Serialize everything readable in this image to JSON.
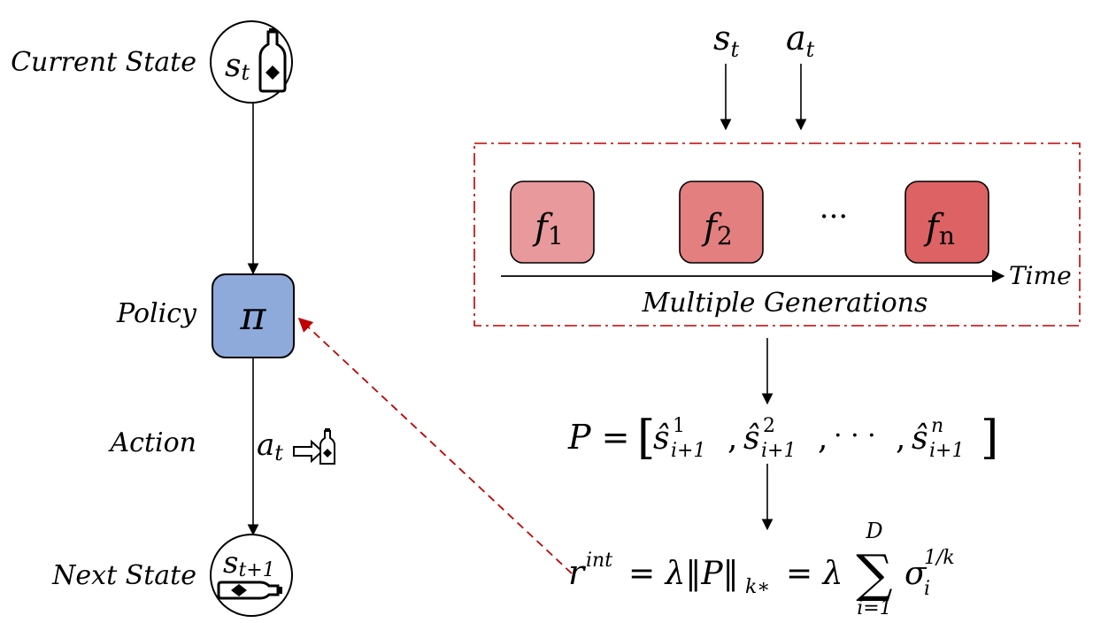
{
  "labels": {
    "current_state": "Current State",
    "policy": "Policy",
    "action": "Action",
    "next_state": "Next State",
    "time": "Time",
    "multiple_generations": "Multiple Generations"
  },
  "nodes": {
    "s_t": {
      "base": "s",
      "sub": "t"
    },
    "pi": "π",
    "a_t": {
      "base": "a",
      "sub": "t"
    },
    "s_t1": {
      "base": "s",
      "sub": "t+1"
    }
  },
  "inputs": {
    "s": {
      "base": "s",
      "sub": "t"
    },
    "a": {
      "base": "a",
      "sub": "t"
    }
  },
  "generations": [
    {
      "base": "f",
      "sub": "1",
      "fill": "#e8999b"
    },
    {
      "base": "f",
      "sub": "2",
      "fill": "#e47f80"
    },
    {
      "ellipsis": "···"
    },
    {
      "base": "f",
      "sub": "n",
      "fill": "#dc6264"
    }
  ],
  "equations": {
    "p_lhs": "P =",
    "p_elems": [
      {
        "base": "ŝ",
        "sup": "1",
        "sub": "i+1"
      },
      {
        "base": "ŝ",
        "sup": "2",
        "sub": "i+1"
      },
      {
        "base": "ŝ",
        "sup": "n",
        "sub": "i+1"
      }
    ],
    "p_dots": "· · ·",
    "r_base": "r",
    "r_sup": "int",
    "r_mid": "= λ‖P‖",
    "r_norm_sub": "k∗",
    "r_eq2": "= λ",
    "sum_top": "D",
    "sum_bottom": "i=1",
    "sigma_base": "σ",
    "sigma_sub": "i",
    "sigma_sup": "1/k"
  },
  "colors": {
    "policy_fill": "#8eaadb",
    "frame_red": "#c00000",
    "dashed_arrow": "#c00000"
  }
}
